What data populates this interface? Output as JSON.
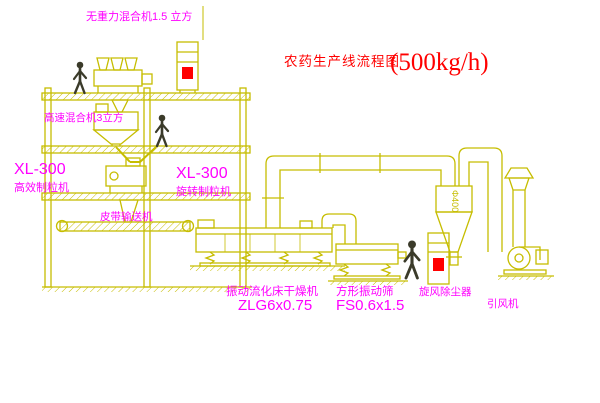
{
  "diagram": {
    "title": "农药生产线流程图",
    "title_capacity": "(500kg/h)",
    "labels": {
      "gravity_mixer": "无重力混合机1.5 立方",
      "high_speed_mixer": "高速混合机3立方",
      "left_granulator_model": "XL-300",
      "left_granulator_name": "高效制粒机",
      "right_granulator_model": "XL-300",
      "right_granulator_name": "旋转制粒机",
      "belt_conveyor": "皮带输送机",
      "dryer_name": "振动流化床干燥机",
      "dryer_model": "ZLG6x0.75",
      "sieve_name": "方形振动筛",
      "sieve_model": "FS0.6x1.5",
      "cyclone": "旋风除尘器",
      "induced_draft_fan": "引风机",
      "duct_diameter": "Φ400"
    },
    "colors": {
      "line": "#c6bd00",
      "label": "#ff00ff",
      "title": "#ff0000",
      "alert": "#ff0000",
      "figure": "#3b3b2a",
      "background": "#ffffff"
    }
  }
}
